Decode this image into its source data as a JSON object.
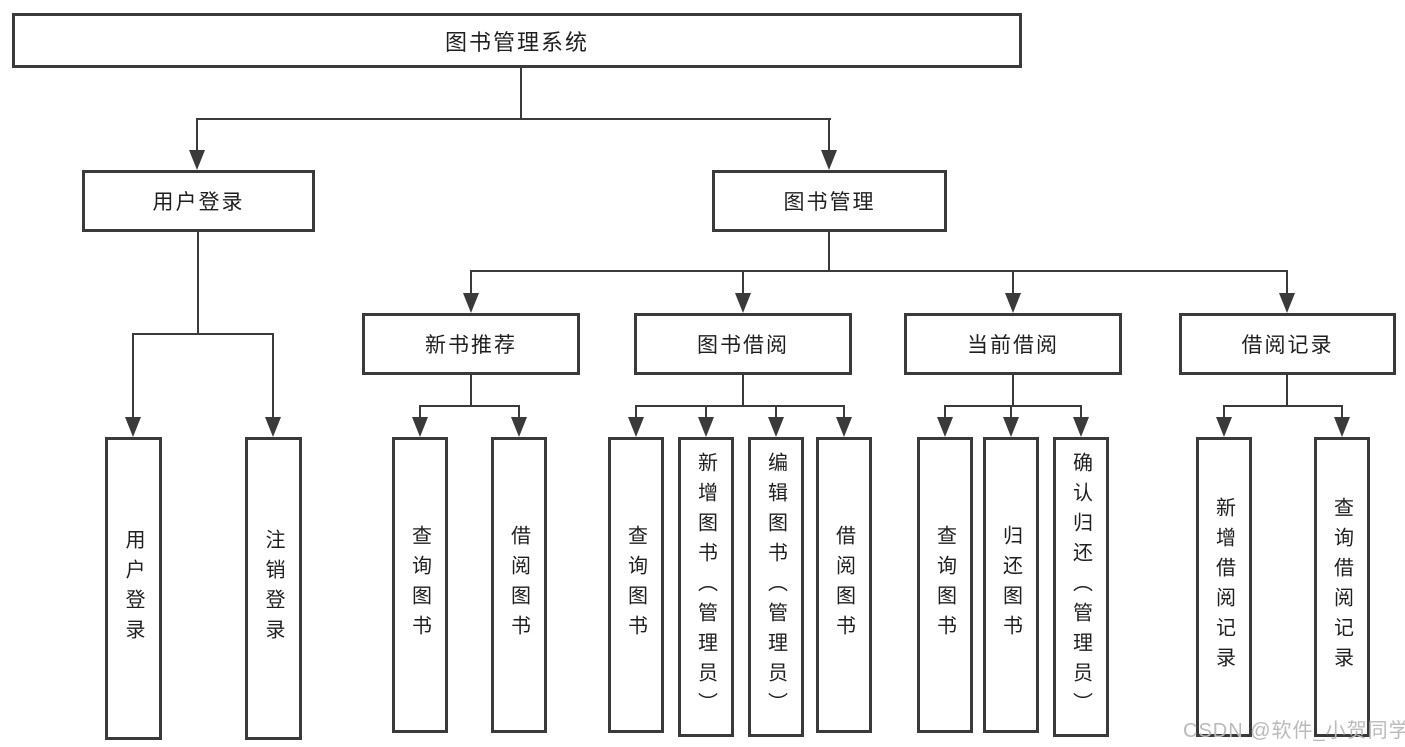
{
  "page": {
    "background": "#ffffff",
    "line_color": "#3a3a3a",
    "text_color": "#1f1f1f",
    "watermark_color": "#bababa"
  },
  "root": {
    "label": "图书管理系统"
  },
  "level2": {
    "login": {
      "label": "用户登录"
    },
    "mgmt": {
      "label": "图书管理"
    }
  },
  "login_leaves": [
    "用户登录",
    "注销登录"
  ],
  "groups": [
    {
      "label": "新书推荐",
      "leaves": [
        "查询图书",
        "借阅图书"
      ]
    },
    {
      "label": "图书借阅",
      "leaves": [
        "查询图书",
        "新增图书（管理员）",
        "编辑图书（管理员）",
        "借阅图书"
      ]
    },
    {
      "label": "当前借阅",
      "leaves": [
        "查询图书",
        "归还图书",
        "确认归还（管理员）"
      ]
    },
    {
      "label": "借阅记录",
      "leaves": [
        "新增借阅记录",
        "查询借阅记录"
      ]
    }
  ],
  "watermark": {
    "text": "CSDN @软件_小贺同学"
  }
}
